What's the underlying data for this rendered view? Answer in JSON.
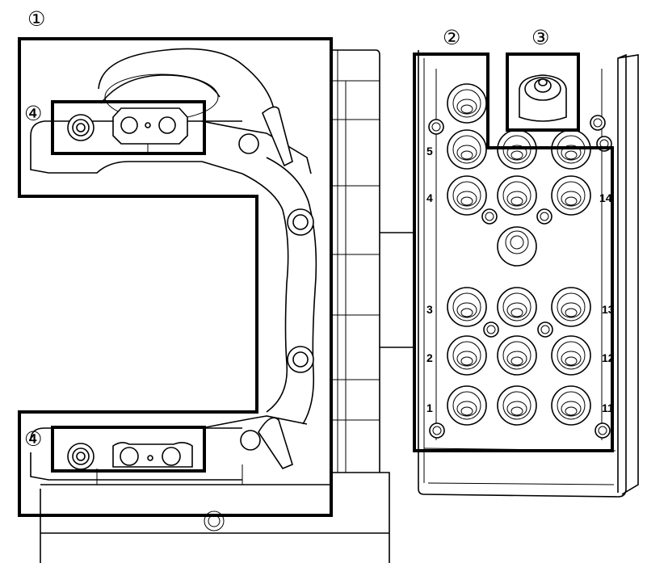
{
  "callouts": {
    "c1": "①",
    "c2": "②",
    "c3": "③",
    "c4_top": "④",
    "c4_bottom": "④"
  },
  "rack_numbers": {
    "left": [
      "5",
      "4",
      "3",
      "2",
      "1"
    ],
    "right": [
      "14",
      "13",
      "12",
      "11"
    ]
  }
}
